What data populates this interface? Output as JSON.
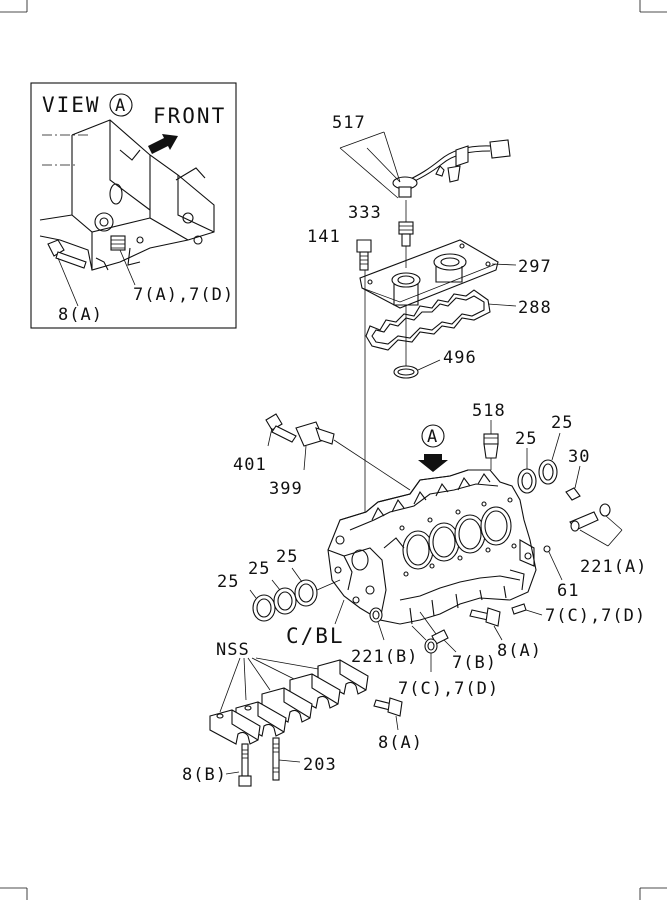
{
  "view_box": {
    "view_label": "VIEW",
    "view_marker": "A",
    "front_label": "FRONT",
    "callouts": [
      "7(A),7(D)",
      "8(A)"
    ]
  },
  "main_marker": "A",
  "callouts": {
    "p517": "517",
    "p333": "333",
    "p141": "141",
    "p297": "297",
    "p288": "288",
    "p496": "496",
    "p518": "518",
    "p25a": "25",
    "p25b": "25",
    "p30": "30",
    "p401": "401",
    "p399": "399",
    "p221a": "221(A)",
    "p61": "61",
    "p7cd_right": "7(C),7(D)",
    "p25c": "25",
    "p25d": "25",
    "p25e": "25",
    "cbl": "C/BL",
    "p221b": "221(B)",
    "p7b": "7(B)",
    "p8a_mid": "8(A)",
    "nss": "NSS",
    "p7cd_bottom": "7(C),7(D)",
    "p8a_bottom": "8(A)",
    "p8b": "8(B)",
    "p203": "203"
  }
}
